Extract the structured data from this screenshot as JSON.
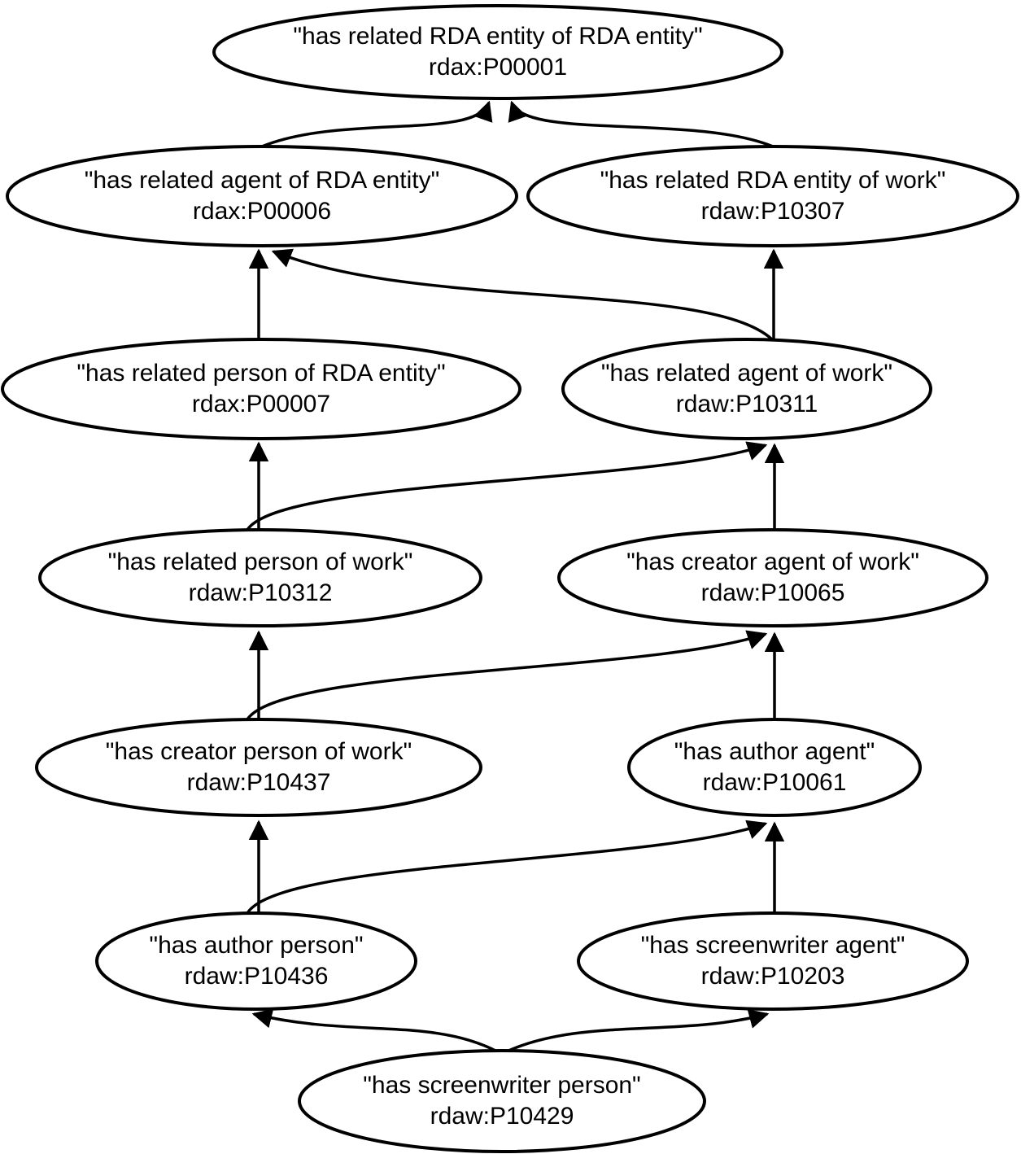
{
  "diagram": {
    "type": "hierarchy-graph",
    "description": "RDA property hierarchy diagram of ellipses connected by upward arrows",
    "colors": {
      "stroke": "#000000",
      "background": "#ffffff",
      "text": "#000000"
    },
    "nodes": [
      {
        "id": "P00001",
        "label": "\"has related RDA entity of RDA entity\"",
        "code": "rdax:P00001"
      },
      {
        "id": "P00006",
        "label": "\"has related agent of RDA entity\"",
        "code": "rdax:P00006"
      },
      {
        "id": "P10307",
        "label": "\"has related RDA entity of work\"",
        "code": "rdaw:P10307"
      },
      {
        "id": "P00007",
        "label": "\"has related person of RDA entity\"",
        "code": "rdax:P00007"
      },
      {
        "id": "P10311",
        "label": "\"has related agent of work\"",
        "code": "rdaw:P10311"
      },
      {
        "id": "P10312",
        "label": "\"has related person of work\"",
        "code": "rdaw:P10312"
      },
      {
        "id": "P10065",
        "label": "\"has creator agent of work\"",
        "code": "rdaw:P10065"
      },
      {
        "id": "P10437",
        "label": "\"has creator person of work\"",
        "code": "rdaw:P10437"
      },
      {
        "id": "P10061",
        "label": "\"has author agent\"",
        "code": "rdaw:P10061"
      },
      {
        "id": "P10436",
        "label": "\"has author person\"",
        "code": "rdaw:P10436"
      },
      {
        "id": "P10203",
        "label": "\"has screenwriter agent\"",
        "code": "rdaw:P10203"
      },
      {
        "id": "P10429",
        "label": "\"has screenwriter person\"",
        "code": "rdaw:P10429"
      }
    ],
    "edges": [
      {
        "from": "rdax:P00006",
        "to": "rdax:P00001"
      },
      {
        "from": "rdaw:P10307",
        "to": "rdax:P00001"
      },
      {
        "from": "rdax:P00007",
        "to": "rdax:P00006"
      },
      {
        "from": "rdaw:P10311",
        "to": "rdax:P00006"
      },
      {
        "from": "rdaw:P10311",
        "to": "rdaw:P10307"
      },
      {
        "from": "rdaw:P10312",
        "to": "rdax:P00007"
      },
      {
        "from": "rdaw:P10312",
        "to": "rdaw:P10311"
      },
      {
        "from": "rdaw:P10065",
        "to": "rdaw:P10311"
      },
      {
        "from": "rdaw:P10437",
        "to": "rdaw:P10312"
      },
      {
        "from": "rdaw:P10437",
        "to": "rdaw:P10065"
      },
      {
        "from": "rdaw:P10061",
        "to": "rdaw:P10065"
      },
      {
        "from": "rdaw:P10436",
        "to": "rdaw:P10437"
      },
      {
        "from": "rdaw:P10436",
        "to": "rdaw:P10061"
      },
      {
        "from": "rdaw:P10203",
        "to": "rdaw:P10061"
      },
      {
        "from": "rdaw:P10429",
        "to": "rdaw:P10436"
      },
      {
        "from": "rdaw:P10429",
        "to": "rdaw:P10203"
      }
    ]
  }
}
